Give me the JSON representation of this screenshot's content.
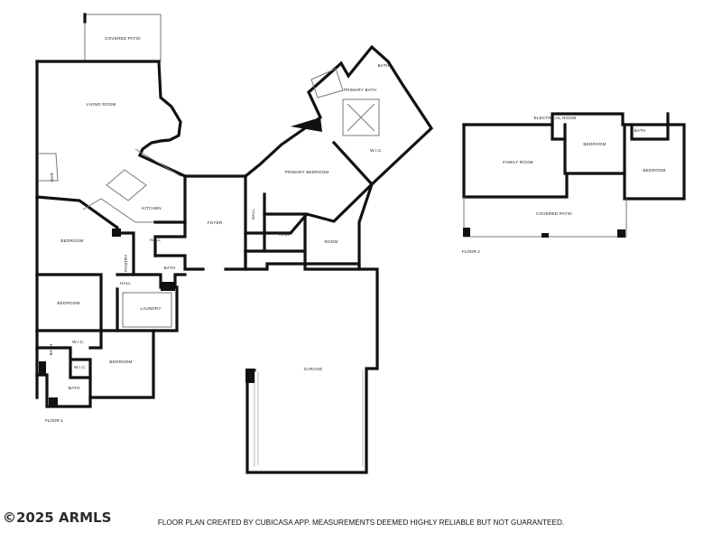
{
  "rooms": [
    {
      "key": "covered-patio-1",
      "label": "COVERED PATIO"
    },
    {
      "key": "living-room",
      "label": "LIVING ROOM"
    },
    {
      "key": "bar",
      "label": "BAR"
    },
    {
      "key": "kitchen",
      "label": "KITCHEN"
    },
    {
      "key": "foyer",
      "label": "FOYER"
    },
    {
      "key": "hall-kitchen",
      "label": "HALL"
    },
    {
      "key": "hall-closet",
      "label": "HALL"
    },
    {
      "key": "hall-center",
      "label": "HALL"
    },
    {
      "key": "hall-west",
      "label": "HALL"
    },
    {
      "key": "bedroom-west",
      "label": "BEDROOM"
    },
    {
      "key": "pantry",
      "label": "PANTRY"
    },
    {
      "key": "bath-center",
      "label": "BATH"
    },
    {
      "key": "laundry",
      "label": "LAUNDRY"
    },
    {
      "key": "bedroom-sw1",
      "label": "BEDROOM"
    },
    {
      "key": "bedroom-sw2",
      "label": "BEDROOM"
    },
    {
      "key": "bath-sw-side",
      "label": "BATH"
    },
    {
      "key": "wic-sw1",
      "label": "W.I.C."
    },
    {
      "key": "wic-sw2",
      "label": "W.I.C."
    },
    {
      "key": "bath-sw-bottom",
      "label": "BATH"
    },
    {
      "key": "primary-bedroom",
      "label": "PRIMARY BEDROOM"
    },
    {
      "key": "primary-bath",
      "label": "PRIMARY BATH"
    },
    {
      "key": "bath-primary-wc",
      "label": "BATH"
    },
    {
      "key": "wic-primary",
      "label": "W.I.C."
    },
    {
      "key": "room",
      "label": "ROOM"
    },
    {
      "key": "garage",
      "label": "GARAGE"
    },
    {
      "key": "electrical-room",
      "label": "ELECTRICAL ROOM"
    },
    {
      "key": "family-room",
      "label": "FAMILY ROOM"
    },
    {
      "key": "bedroom-up1",
      "label": "BEDROOM"
    },
    {
      "key": "bath-up",
      "label": "BATH"
    },
    {
      "key": "bedroom-up2",
      "label": "BEDROOM"
    },
    {
      "key": "covered-patio-2",
      "label": "COVERED PATIO"
    }
  ],
  "floors": {
    "floor1": "FLOOR 1",
    "floor2": "FLOOR 2"
  },
  "watermark": "©2025 ARMLS",
  "disclaimer": "FLOOR PLAN CREATED BY CUBICASA APP. MEASUREMENTS DEEMED HIGHLY RELIABLE BUT NOT GUARANTEED."
}
